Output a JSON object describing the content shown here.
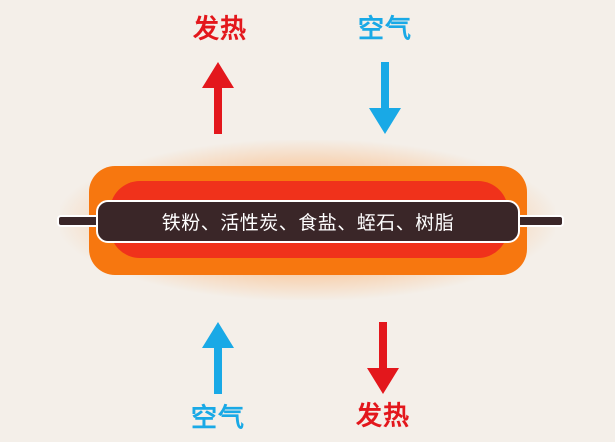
{
  "colors": {
    "heat": "#e3171c",
    "air": "#19a9e6",
    "background": "#f4efe9",
    "outer": "#f7770f",
    "inner": "#f0321b",
    "bar": "#3a2628"
  },
  "top": {
    "heat_label": "发热",
    "air_label": "空气"
  },
  "bottom": {
    "air_label": "空气",
    "heat_label": "发热"
  },
  "center": {
    "ingredients": "铁粉、活性炭、食盐、蛭石、树脂"
  }
}
